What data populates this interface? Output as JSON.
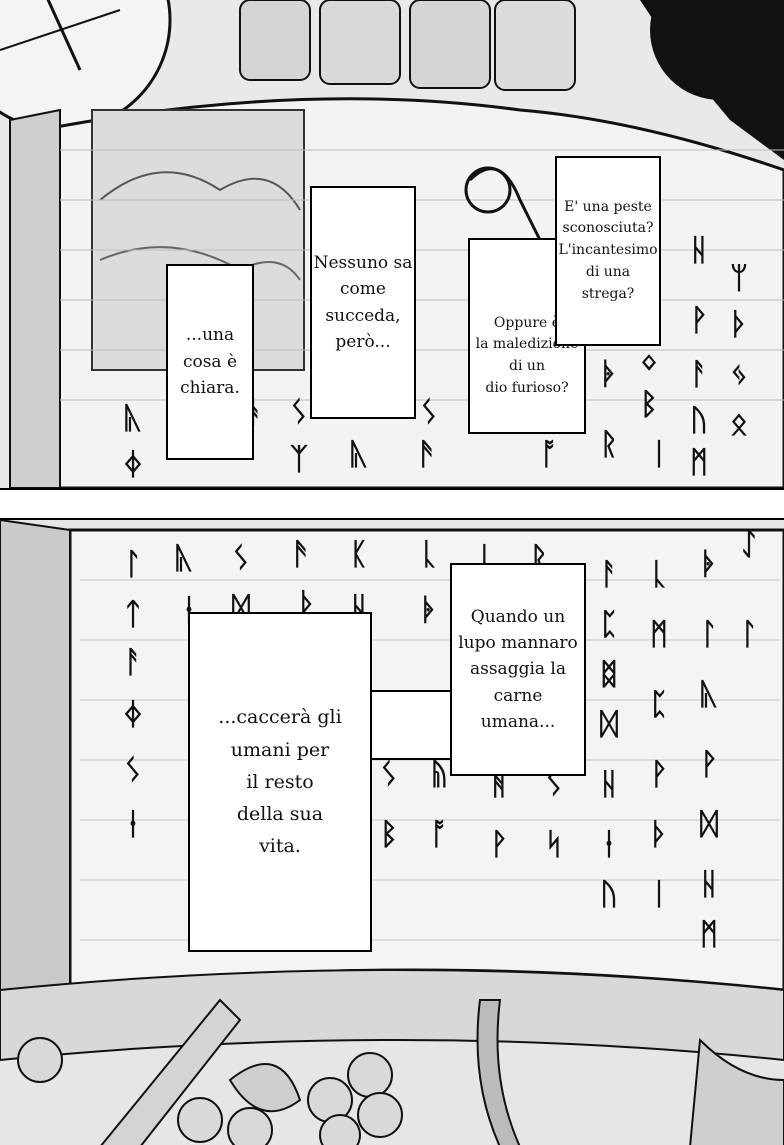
{
  "top_panel": {
    "bubbles": [
      {
        "text": "...una\ncosa è\nchiara."
      },
      {
        "text": "Nessuno sa\ncome\nsucceda,\nperò..."
      },
      {
        "text": "Oppure è\nla maledizione\ndi un\ndio furioso?"
      },
      {
        "text": "E' una peste\nsconosciuta?\nL'incantesimo\ndi una\nstrega?"
      }
    ]
  },
  "bottom_panel": {
    "bubbles": [
      {
        "text": "...caccerà gli\numani per\nil resto\ndella sua\nvita."
      },
      {
        "text": "Quando un\nlupo mannaro\nassaggia la\ncarne\numana..."
      }
    ]
  },
  "colors": {
    "ink": "#111111",
    "paper": "#ececec",
    "bubble": "#ffffff",
    "gutter": "#ffffff"
  }
}
